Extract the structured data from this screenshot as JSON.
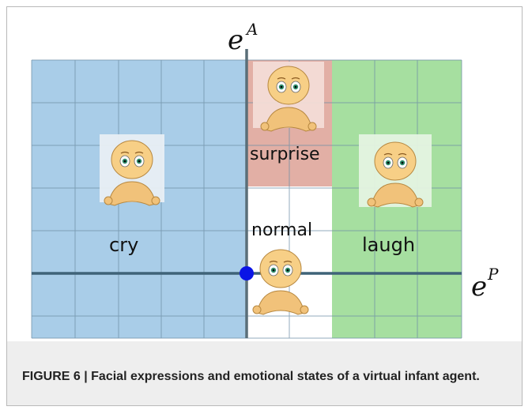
{
  "figure": {
    "axis_vertical_label": "A",
    "axis_horizontal_label": "P",
    "axis_base_symbol": "e",
    "regions": {
      "cry": "cry",
      "surprise": "surprise",
      "normal": "normal",
      "laugh": "laugh"
    },
    "colors": {
      "cry": "#a9cde8",
      "surprise": "#e2afa5",
      "laugh": "#a6dfa0",
      "origin_dot": "#0a14e6"
    },
    "caption": "FIGURE 6 | Facial expressions and emotional states of a virtual infant agent.",
    "faces": [
      "cry",
      "surprise",
      "normal",
      "laugh"
    ]
  }
}
